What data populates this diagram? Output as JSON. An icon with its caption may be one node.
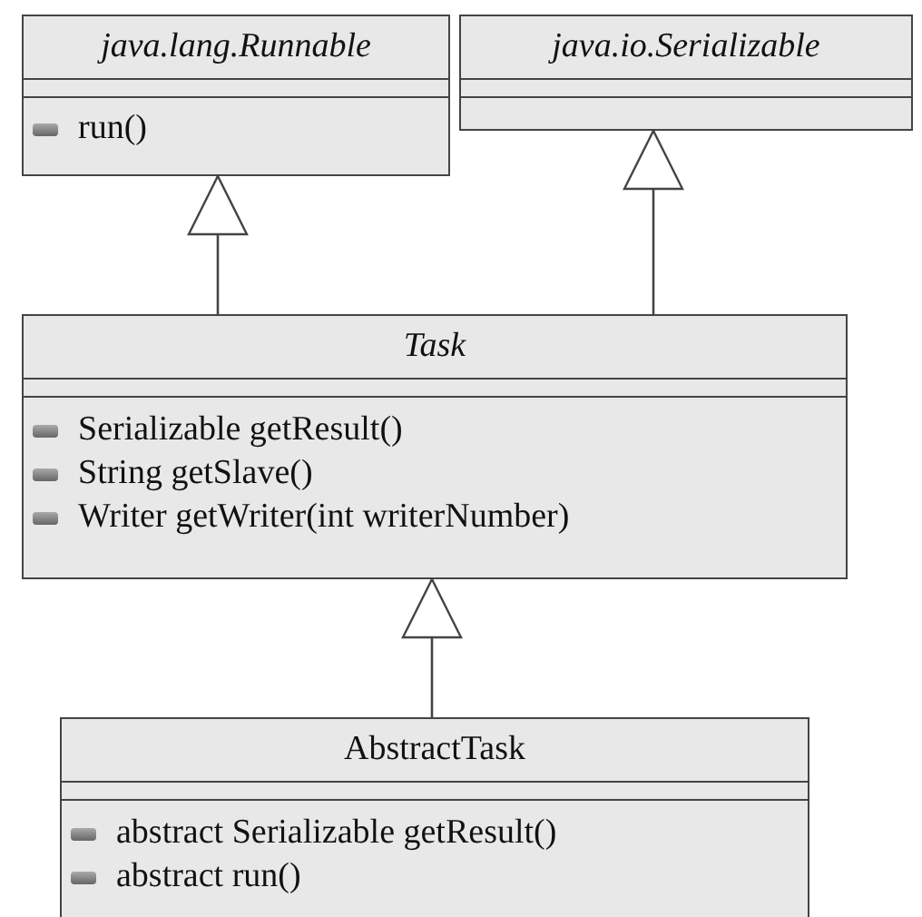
{
  "diagram": {
    "nodes": [
      {
        "text": [
          "java.lang.Runnable",
          "run()"
        ]
      },
      {
        "text": [
          "java.io.Serializable"
        ]
      },
      {
        "text": [
          "Task",
          "Serializable getResult()",
          "String getSlave()",
          "Writer getWriter(int writerNumber)"
        ]
      },
      {
        "text": [
          "AbstractTask",
          "abstract Serializable getResult()",
          "abstract run()"
        ]
      }
    ],
    "edges": [
      {
        "from": 2,
        "to": 0,
        "arrow": "to"
      },
      {
        "from": 2,
        "to": 1,
        "arrow": "to"
      },
      {
        "from": 3,
        "to": 2,
        "arrow": "to"
      }
    ]
  }
}
